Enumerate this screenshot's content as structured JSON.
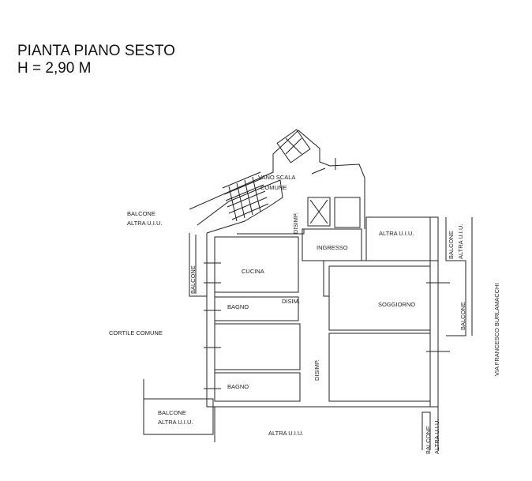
{
  "title": {
    "line1": "PIANTA PIANO SESTO",
    "line2": "H = 2,90 M"
  },
  "labels": {
    "vano_scala": "VANO SCALA",
    "comune": "COMUNE",
    "balcone_left_1": "BALCONE",
    "balcone_left_2": "ALTRA U.I.U.",
    "disimp_top": "DISIMP.",
    "ingresso": "INGRESSO",
    "cucina": "CUCINA",
    "balcone_cucina": "BALCONE",
    "disim": "DISIM.",
    "bagno_1": "BAGNO",
    "cortile": "CORTILE COMUNE",
    "soggiorno": "SOGGIORNO",
    "disimp_bottom": "DISIMP.",
    "bagno_2": "BAGNO",
    "balcone_bl_1": "BALCONE",
    "balcone_bl_2": "ALTRA U.I.U.",
    "altra_bottom": "ALTRA U.I.U.",
    "altra_top_right": "ALTRA U.I.U.",
    "balcone_tr_1": "BALCONE",
    "balcone_tr_2": "ALTRA U.I.U.",
    "balcone_right": "BALCONE",
    "street": "VIA FRANCESCO BURLAMACCHI",
    "balcone_br_1": "BALCONE",
    "balcone_br_2": "ALTRA U.I.U."
  }
}
